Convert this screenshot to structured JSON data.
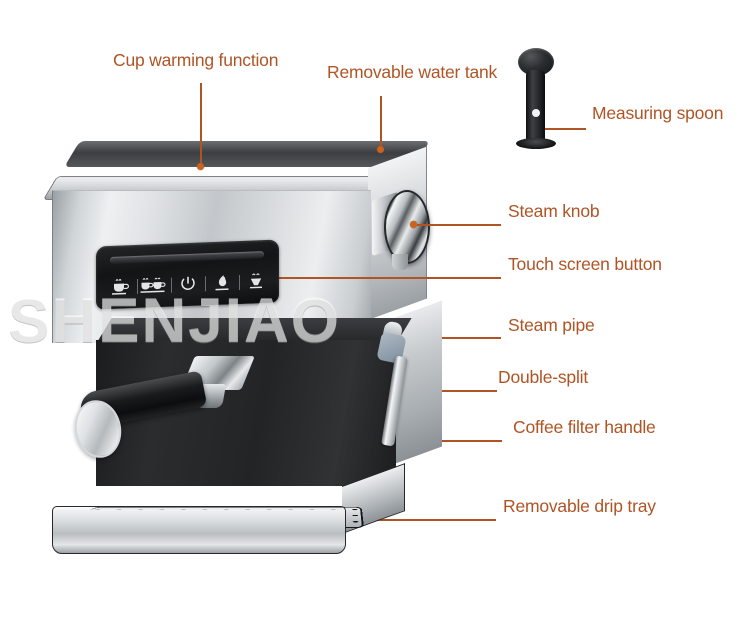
{
  "image": {
    "subject": "espresso-coffee-machine-annotated-diagram",
    "watermark": "SHENJIAO",
    "accent_color": "#b05425",
    "dot_color": "#c8641f",
    "background_color": "#ffffff"
  },
  "annotations": [
    {
      "id": "cup-warming-function",
      "label": "Cup warming function"
    },
    {
      "id": "removable-water-tank",
      "label": "Removable water tank"
    },
    {
      "id": "measuring-spoon",
      "label": "Measuring spoon"
    },
    {
      "id": "steam-knob",
      "label": "Steam knob"
    },
    {
      "id": "touch-screen-button",
      "label": "Touch screen button"
    },
    {
      "id": "steam-pipe",
      "label": "Steam pipe"
    },
    {
      "id": "double-split",
      "label": "Double-split"
    },
    {
      "id": "coffee-filter-handle",
      "label": "Coffee filter handle"
    },
    {
      "id": "removable-drip-tray",
      "label": "Removable drip tray"
    }
  ],
  "control_panel": {
    "buttons": [
      {
        "id": "single-cup",
        "icon": "single-cup-icon"
      },
      {
        "id": "double-cup",
        "icon": "double-cup-icon"
      },
      {
        "id": "power",
        "icon": "power-icon"
      },
      {
        "id": "hot-water",
        "icon": "flame-icon"
      },
      {
        "id": "steam",
        "icon": "steam-icon"
      }
    ]
  }
}
